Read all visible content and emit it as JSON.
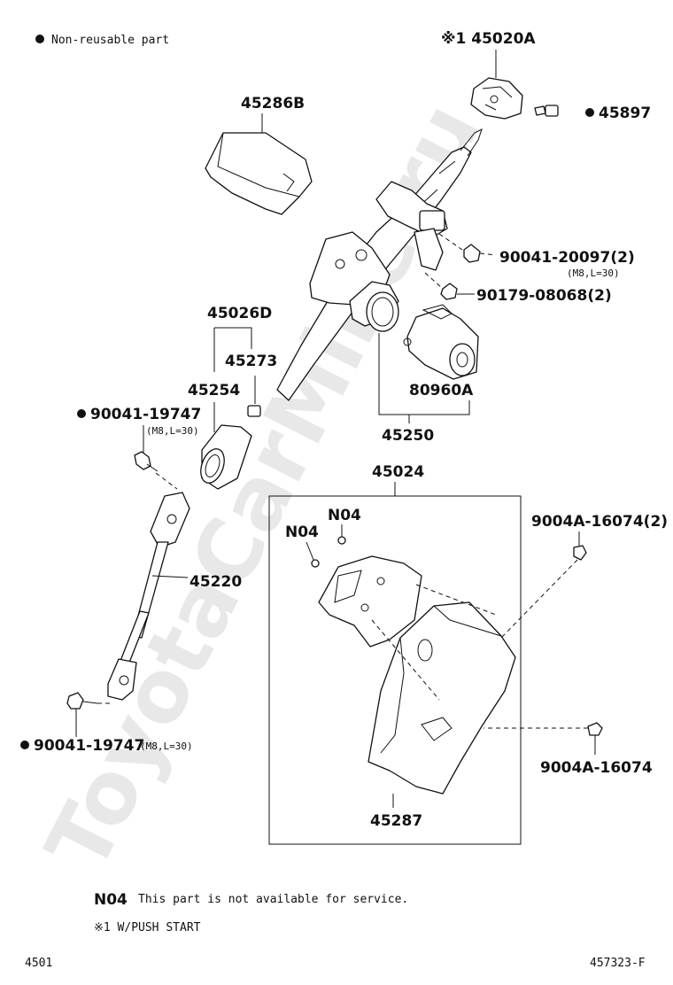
{
  "watermark": "ToyotaCarMine.ru",
  "legend": {
    "nonreusable_label": "Non-reusable part",
    "n04_code": "N04",
    "n04_text": "This part is not available for service.",
    "footnote": "※1 W/PUSH START"
  },
  "footer": {
    "left_code": "4501",
    "right_code": "457323-F"
  },
  "callouts": {
    "c45020A": "※1 45020A",
    "c45897": "45897",
    "c45286B": "45286B",
    "c90041_20097": "90041-20097(2)",
    "c90041_20097_sub": "(M8,L=30)",
    "c90179": "90179-08068(2)",
    "c45026D": "45026D",
    "c45273": "45273",
    "c45254": "45254",
    "c80960A": "80960A",
    "c45250": "45250",
    "c90041_19747_top": "90041-19747",
    "c90041_19747_top_sub": "(M8,L=30)",
    "c45024": "45024",
    "cN04_a": "N04",
    "cN04_b": "N04",
    "c9004A_16074_2": "9004A-16074(2)",
    "c45220": "45220",
    "c9004A_16074": "9004A-16074",
    "c90041_19747_bot": "90041-19747",
    "c90041_19747_bot_sub": "(M8,L=30)",
    "c45287": "45287"
  }
}
